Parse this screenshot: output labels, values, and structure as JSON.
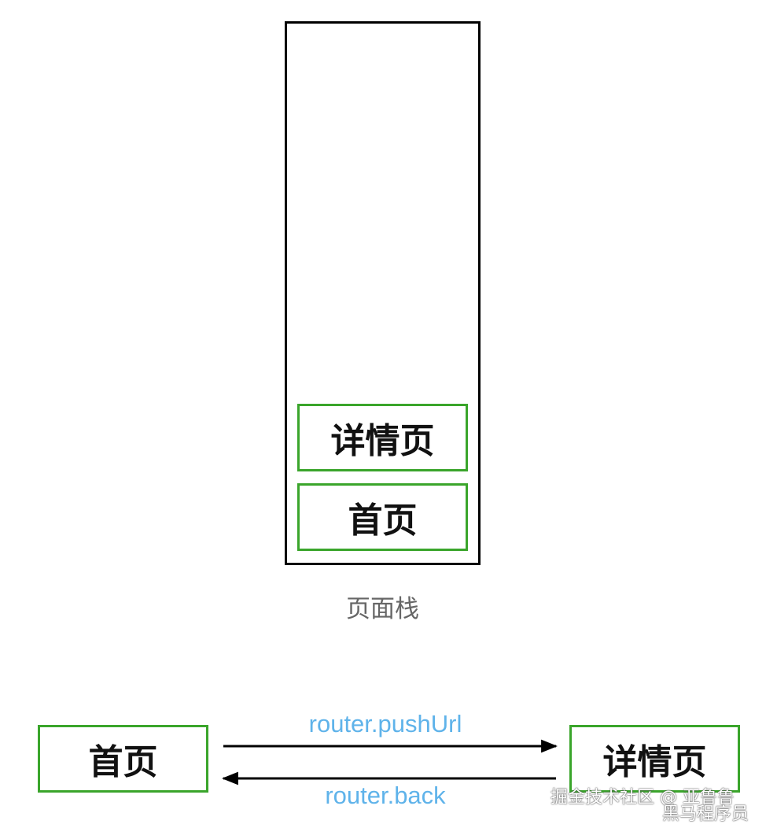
{
  "stack": {
    "items": [
      {
        "label": "详情页"
      },
      {
        "label": "首页"
      }
    ],
    "caption": "页面栈"
  },
  "flow": {
    "from_label": "首页",
    "to_label": "详情页",
    "push_label": "router.pushUrl",
    "back_label": "router.back"
  },
  "watermark": {
    "line1": "掘金技术社区 @ 亚鲁鲁",
    "line2": "黑马程序员"
  },
  "colors": {
    "box_border": "#3aa52b",
    "stack_border": "#000000",
    "route_text": "#5fb3ea",
    "caption_text": "#666666"
  }
}
